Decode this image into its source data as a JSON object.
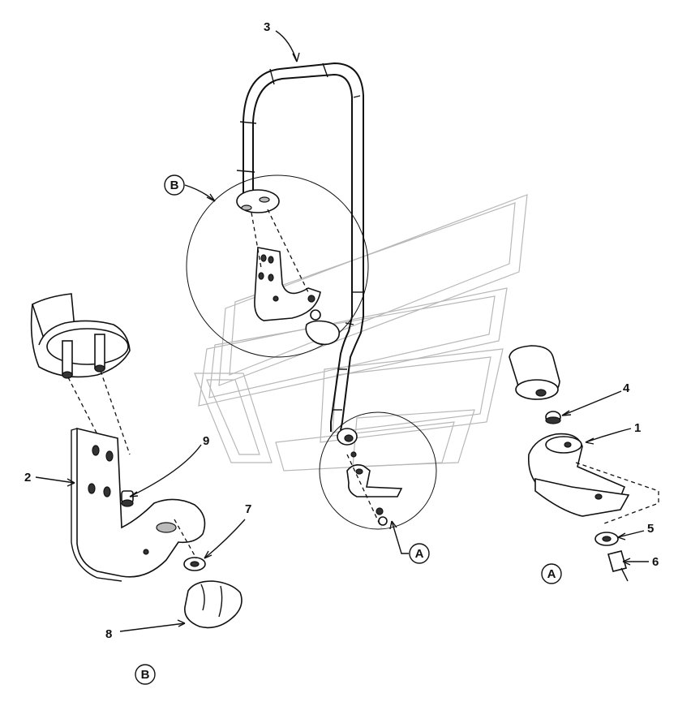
{
  "callouts": {
    "c1": "1",
    "c2": "2",
    "c3": "3",
    "c4": "4",
    "c5": "5",
    "c6": "6",
    "c7": "7",
    "c8": "8",
    "c9": "9"
  },
  "detail_refs": {
    "a_inline": "A",
    "b_inline": "B",
    "a_view": "A",
    "b_view": "B"
  }
}
